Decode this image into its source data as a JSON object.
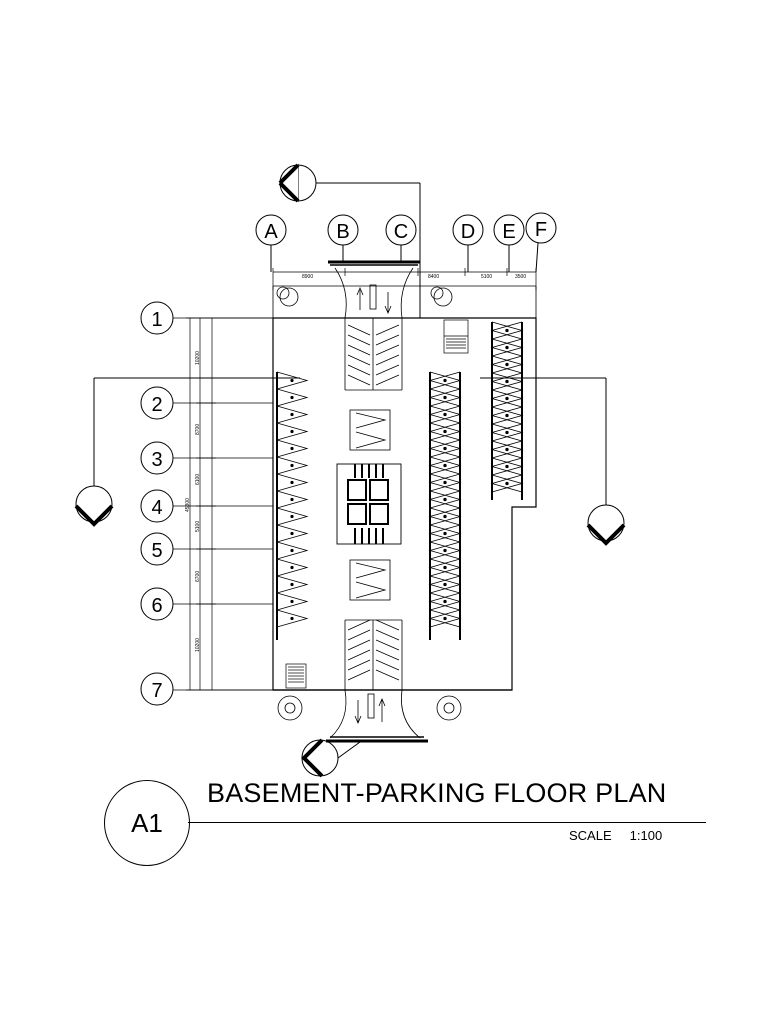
{
  "title": "BASEMENT-PARKING FLOOR PLAN",
  "sheet_id": "A1",
  "scale": {
    "label": "SCALE",
    "value": "1:100"
  },
  "grid_columns": [
    "A",
    "B",
    "C",
    "D",
    "E",
    "F"
  ],
  "grid_rows": [
    "1",
    "2",
    "3",
    "4",
    "5",
    "6",
    "7"
  ],
  "top_dimensions": [
    "8900",
    "8400",
    "5100",
    "3500"
  ],
  "side_dimensions": [
    "10200",
    "8700",
    "6100",
    "5100",
    "6700",
    "10200"
  ],
  "overall_dimension": "45300"
}
